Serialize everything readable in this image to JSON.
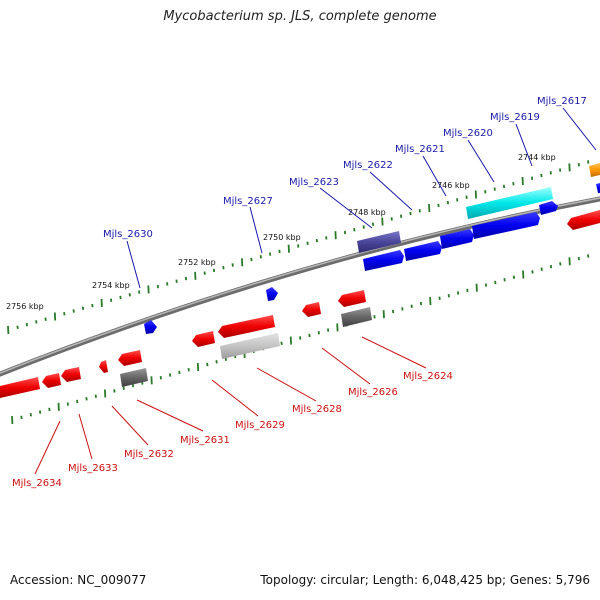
{
  "title": "Mycobacterium sp. JLS, complete genome",
  "accession": "Accession: NC_009077",
  "summary": "Topology: circular; Length: 6,048,425 bp; Genes: 5,796",
  "colors": {
    "label_top": "#1a1aaa",
    "label_bottom": "#cc1111",
    "backbone": "#888888",
    "tick": "#2a7a2a"
  },
  "ticks": [
    {
      "label": "2756 kbp"
    },
    {
      "label": "2754 kbp"
    },
    {
      "label": "2752 kbp"
    },
    {
      "label": "2750 kbp"
    },
    {
      "label": "2748 kbp"
    },
    {
      "label": "2746 kbp"
    },
    {
      "label": "2744 kbp"
    }
  ],
  "genes_top": [
    {
      "label": "Mjls_2630"
    },
    {
      "label": "Mjls_2627"
    },
    {
      "label": "Mjls_2623"
    },
    {
      "label": "Mjls_2622"
    },
    {
      "label": "Mjls_2621"
    },
    {
      "label": "Mjls_2620"
    },
    {
      "label": "Mjls_2619"
    },
    {
      "label": "Mjls_2617"
    }
  ],
  "genes_bottom": [
    {
      "label": "Mjls_2634"
    },
    {
      "label": "Mjls_2633"
    },
    {
      "label": "Mjls_2632"
    },
    {
      "label": "Mjls_2631"
    },
    {
      "label": "Mjls_2629"
    },
    {
      "label": "Mjls_2628"
    },
    {
      "label": "Mjls_2626"
    },
    {
      "label": "Mjls_2624"
    }
  ]
}
